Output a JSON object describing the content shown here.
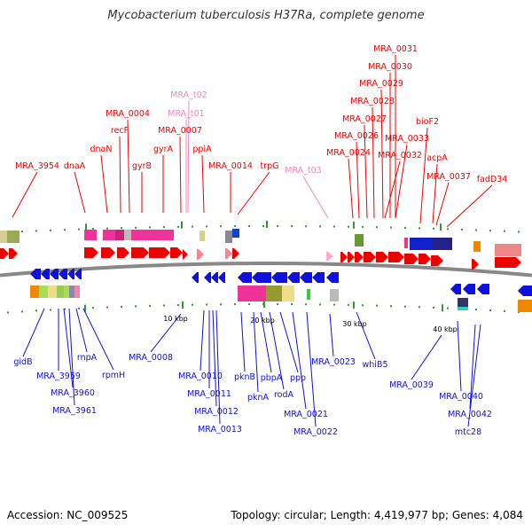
{
  "title": "Mycobacterium tuberculosis H37Ra, complete genome",
  "footer": {
    "accession": "Accession: NC_009525",
    "summary": "Topology: circular; Length: 4,419,977 bp; Genes: 4,084"
  },
  "colors": {
    "plus_strand": "#ee0000",
    "minus_strand": "#1010dd",
    "rna_label": "#ee88bb",
    "backbone": "#888888",
    "tick_dots": "#339933"
  },
  "scale_labels": [
    "10 kbp",
    "20 kbp",
    "30 kbp",
    "40 kbp"
  ],
  "top_labels": [
    "MRA_3954",
    "dnaA",
    "dnaN",
    "recF",
    "MRA_0004",
    "gyrB",
    "gyrA",
    "MRA_0007",
    "MRA_t02",
    "MRA_t01",
    "ppiA",
    "MRA_0014",
    "trpG",
    "MRA_t03",
    "MRA_0024",
    "MRA_0026",
    "MRA_0027",
    "MRA_0028",
    "MRA_0029",
    "MRA_0030",
    "MRA_0031",
    "MRA_0032",
    "MRA_0033",
    "bioF2",
    "acpA",
    "MRA_0037",
    "fadD34"
  ],
  "bottom_labels": [
    "gidB",
    "MRA_3959",
    "MRA_3960",
    "MRA_3961",
    "rnpA",
    "rpmH",
    "MRA_0008",
    "MRA_0010",
    "MRA_0011",
    "MRA_0012",
    "MRA_0013",
    "pknB",
    "pknA",
    "pbpA",
    "rodA",
    "ppp",
    "MRA_0021",
    "MRA_0022",
    "MRA_0023",
    "whiB5",
    "MRA_0039",
    "MRA_0040",
    "MRA_0042",
    "mtc28"
  ]
}
